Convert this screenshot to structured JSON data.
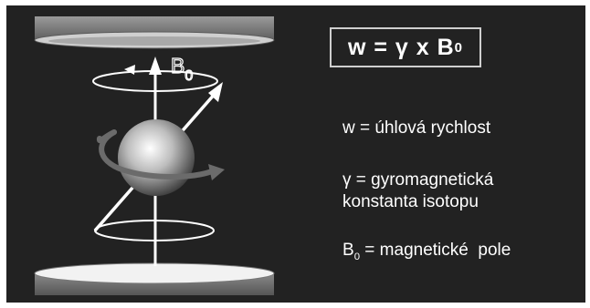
{
  "colors": {
    "background": "#222222",
    "plate_outer": "#7a7a7a",
    "plate_inner": "#c8c8c8",
    "arrow": "#ffffff",
    "spin_arrow": "#6b6b6b"
  },
  "icons": [
    "precession-diagram",
    "nucleus-sphere"
  ],
  "diagram": {
    "field_label_main": "B",
    "field_label_sub": "0"
  },
  "formula": {
    "lhs": "w = γ x B",
    "sub": "0"
  },
  "legend": {
    "angular_velocity": "w = úhlová  rychlost",
    "gyro_line1": "γ = gyromagnetická",
    "gyro_line2": "konstanta  isotopu",
    "field_main": "B",
    "field_sub": "0",
    "field_rest": " = magnetické  pole"
  }
}
